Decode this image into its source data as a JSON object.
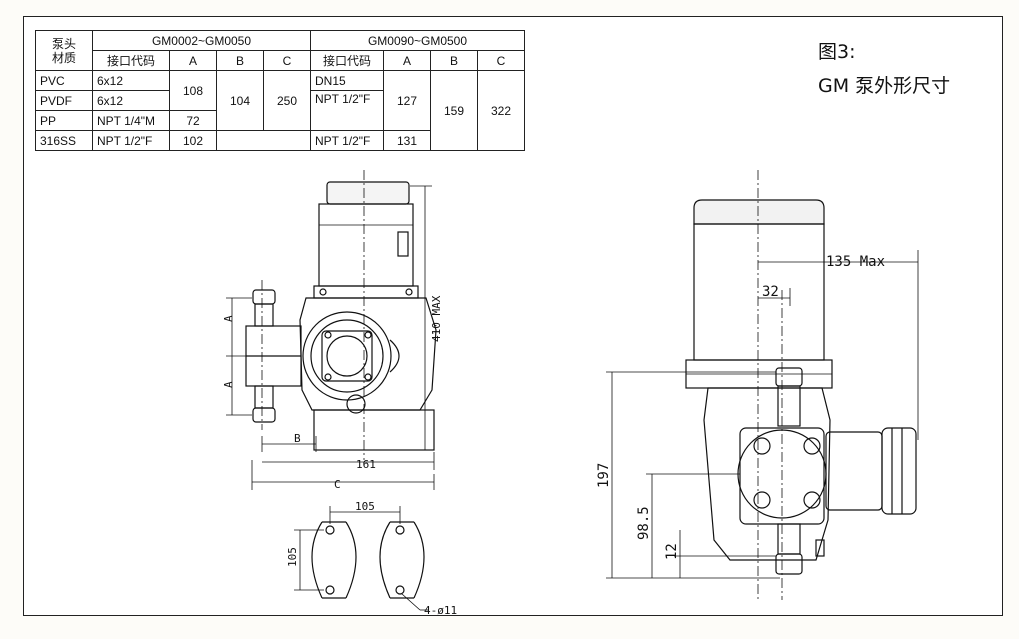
{
  "table": {
    "hdr_material_1": "泵头",
    "hdr_material_2": "材质",
    "group1": "GM0002~GM0050",
    "group2": "GM0090~GM0500",
    "conn_code": "接口代码",
    "col_a": "A",
    "col_b": "B",
    "col_c": "C",
    "rows": [
      {
        "material": "PVC",
        "g1_code": "6x12",
        "g2_code": "DN15"
      },
      {
        "material": "PVDF",
        "g1_code": "6x12",
        "g2_code": "NPT 1/2\"F"
      },
      {
        "material": "PP",
        "g1_code": "NPT 1/4\"M",
        "g2_code": ""
      },
      {
        "material": "316SS",
        "g1_code": "NPT 1/2\"F",
        "g2_code": "NPT 1/2\"F"
      }
    ],
    "g1_a_top": "108",
    "g1_a_pp": "72",
    "g1_a_316": "102",
    "g1_b": "104",
    "g1_c": "250",
    "g2_a_top": "127",
    "g2_a_316": "131",
    "g2_b": "159",
    "g2_c": "322"
  },
  "figure": {
    "line1": "图3:",
    "line2": "GM 泵外形尺寸"
  },
  "dims": {
    "a_upper": "A",
    "a_lower": "A",
    "max_410": "410 MAX",
    "b": "B",
    "d161": "161",
    "c": "C",
    "d105_w": "105",
    "d105_h": "105",
    "holes": "4-ø11",
    "max_135": "135 Max",
    "d32": "32",
    "d197": "197",
    "d98_5": "98.5",
    "d12": "12"
  }
}
